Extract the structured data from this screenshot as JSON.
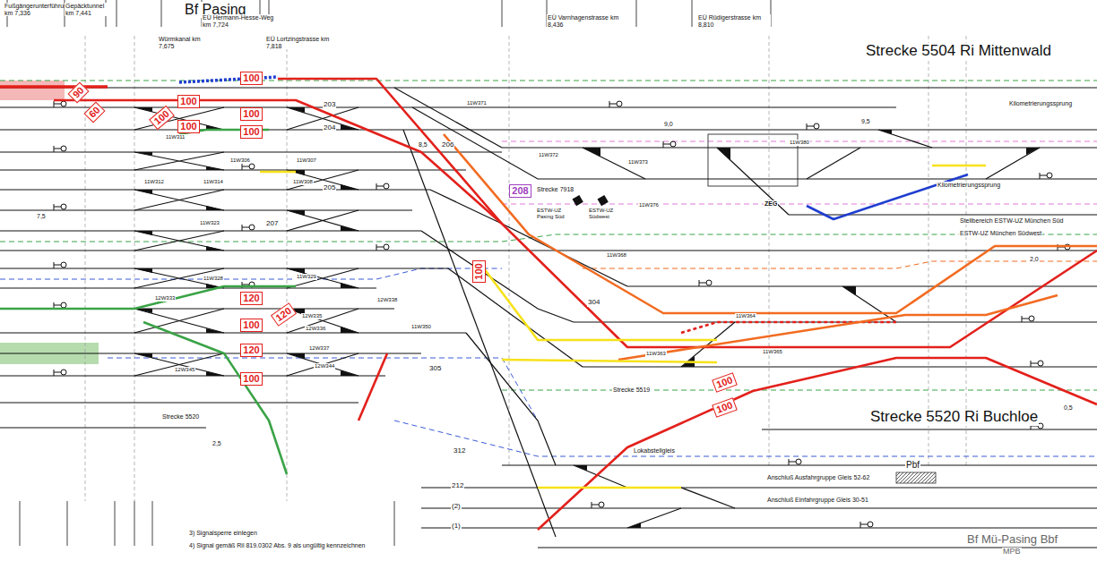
{
  "diagram": {
    "nodes": [
      {
        "text": [
          "100"
        ]
      },
      {
        "text": [
          "100"
        ]
      },
      {
        "text": [
          "100"
        ]
      },
      {
        "text": [
          "100"
        ]
      },
      {
        "text": [
          "100"
        ]
      },
      {
        "text": [
          "90"
        ]
      },
      {
        "text": [
          "60"
        ]
      },
      {
        "text": [
          "100"
        ]
      },
      {
        "text": [
          "120"
        ]
      },
      {
        "text": [
          "120"
        ]
      },
      {
        "text": [
          "100"
        ]
      },
      {
        "text": [
          "120"
        ]
      },
      {
        "text": [
          "100"
        ]
      },
      {
        "text": [
          "100"
        ]
      },
      {
        "text": [
          "208"
        ]
      },
      {
        "text": [
          "100"
        ]
      },
      {
        "text": [
          "100"
        ]
      }
    ],
    "labels": [
      "Bf Pasing",
      "Strecke 5504 Ri Mittenwald",
      "Strecke 5520 Ri Buchloe",
      "Bf Mü-Pasing Bbf",
      "MPB",
      "Pbf",
      "Fußgängerunterführung km 7,336",
      "Gepäcktunnel km 7,441",
      "EÜ Hermann-Hesse-Weg km 7,724",
      "Würmkanal km 7,675",
      "EÜ Lortzingstrasse km 7,818",
      "EÜ Varnhagenstrasse km 8,436",
      "EÜ Rüdigerstrasse km 8,810",
      "203",
      "204",
      "205",
      "206",
      "207",
      "304",
      "305",
      "312",
      "212",
      "(2)",
      "(1)",
      "Strecke 7918",
      "ESTW-UZ Pasing Süd",
      "ESTW-UZ Südwest",
      "Strecke 5519",
      "Lokabstellgleis",
      "Anschluß Ausfahrgruppe Gleis 52-62",
      "Anschluß Einfahrgruppe Gleis 30-51",
      "3) Signalsperre einlegen",
      "4) Signal gemäß Ril 819.0302 Abs. 9 als ungültig kennzeichnen",
      "Kilometrierungssprung",
      "Kilometrierungssprung",
      "Stellbereich ESTW-UZ München Süd",
      "ESTW-UZ München Südwest",
      "ZEG",
      "9,0",
      "9,5",
      "2,0",
      "2,5",
      "0,5",
      "8,5",
      "7,5",
      "11W311",
      "11W312",
      "11W314",
      "11W323",
      "11W328",
      "11W329",
      "11W306",
      "11W307",
      "11W308",
      "11W371",
      "11W372",
      "11W373",
      "11W376",
      "11W368",
      "11W363",
      "11W364",
      "11W365",
      "12W333",
      "12W335",
      "12W336",
      "12W337",
      "12W344",
      "12W345",
      "12W338",
      "11W350",
      "11W380",
      "Strecke 5520"
    ]
  }
}
